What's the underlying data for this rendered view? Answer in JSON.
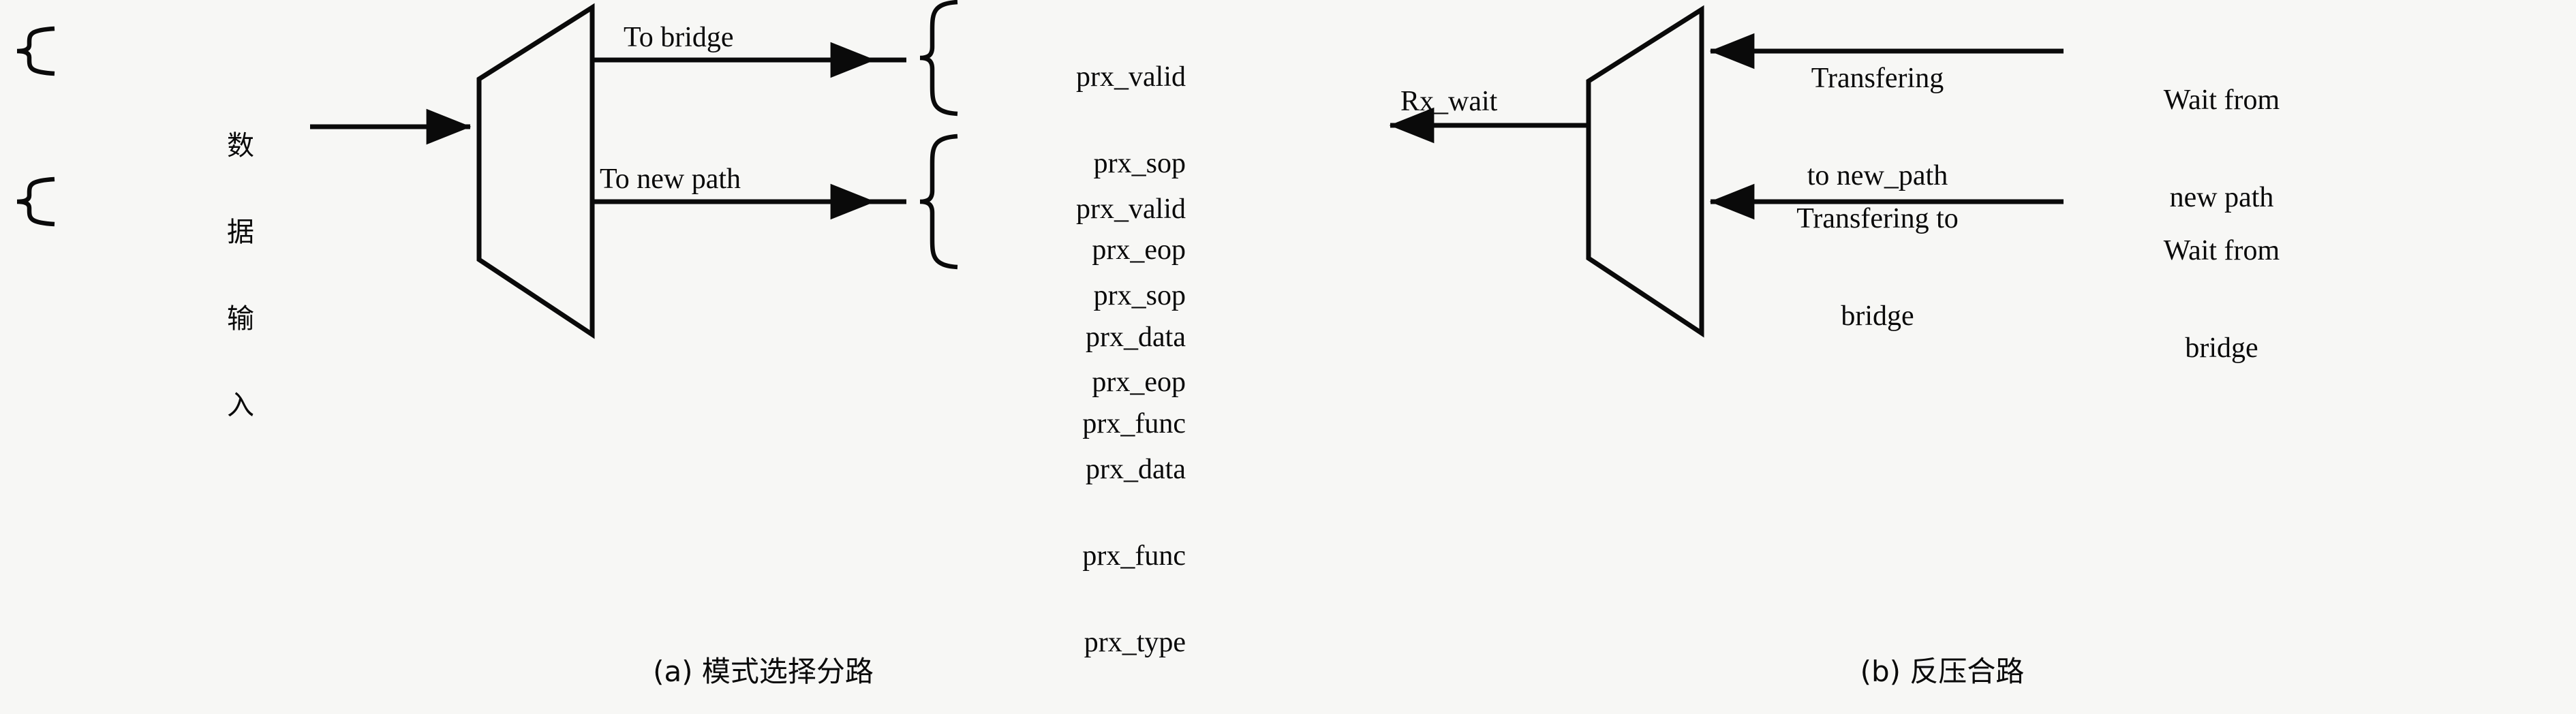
{
  "figure": {
    "panels": [
      {
        "id": "a",
        "caption": "(a) 模式选择分路",
        "input_label": "数据输入",
        "input_chars": [
          "数",
          "据",
          "输",
          "入"
        ],
        "branches": [
          {
            "label": "To bridge",
            "signals": [
              "prx_valid",
              "prx_sop",
              "prx_eop",
              "prx_data",
              "prx_func"
            ]
          },
          {
            "label": "To new path",
            "signals": [
              "prx_valid",
              "prx_sop",
              "prx_eop",
              "prx_data",
              "prx_func",
              "prx_type"
            ]
          }
        ]
      },
      {
        "id": "b",
        "caption": "(b) 反压合路",
        "output_label": "Rx_wait",
        "branches": [
          {
            "label_line1": "Transfering",
            "label_line2": "to new_path",
            "source_line1": "Wait from",
            "source_line2": "new path"
          },
          {
            "label_line1": "Transfering to",
            "label_line2": "bridge",
            "source_line1": "Wait from",
            "source_line2": "bridge"
          }
        ]
      }
    ],
    "colors": {
      "background": "#f7f7f5",
      "ink": "#0a0a0a"
    }
  }
}
